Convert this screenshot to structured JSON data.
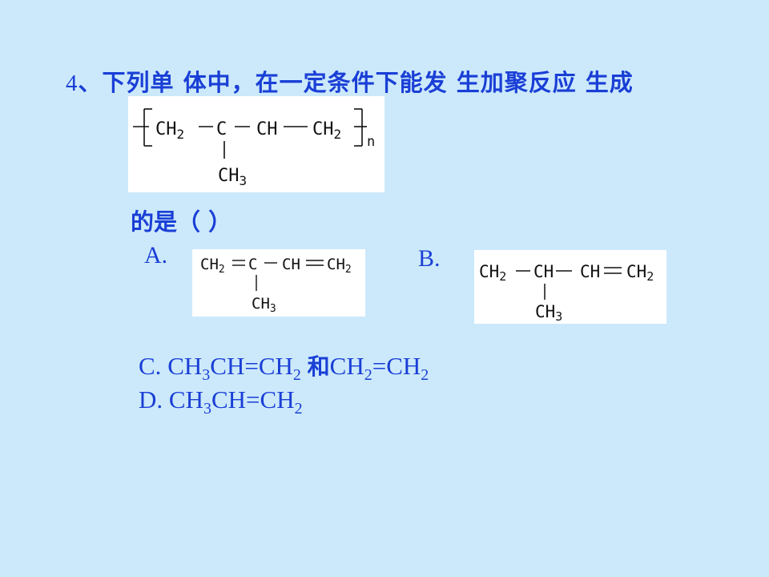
{
  "question": {
    "number": "4",
    "separator": "、",
    "text": "下列单 体中，在一定条件下能发 生加聚反应 生成",
    "tail": "的是（   ）"
  },
  "polymer": {
    "main_chain": [
      "CH2",
      "C",
      "CH",
      "CH2"
    ],
    "substituent": "CH3",
    "repeat": "n"
  },
  "options": {
    "A": {
      "label": "A.",
      "main": [
        "CH2",
        "=",
        "C",
        "−",
        "CH",
        "=",
        "CH2"
      ],
      "substituent": "CH3"
    },
    "B": {
      "label": "B.",
      "main": [
        "CH2",
        "−",
        "CH",
        "−",
        "CH",
        "=",
        "CH2"
      ],
      "substituent": "CH3"
    },
    "C": {
      "label": "C.",
      "part1": [
        "CH",
        "3",
        "CH=CH",
        "2"
      ],
      "conj": "和",
      "part2": [
        "CH",
        "2",
        "=CH",
        "2"
      ]
    },
    "D": {
      "label": "D.",
      "part1": [
        "CH",
        "3",
        "CH=CH",
        "2"
      ]
    }
  }
}
